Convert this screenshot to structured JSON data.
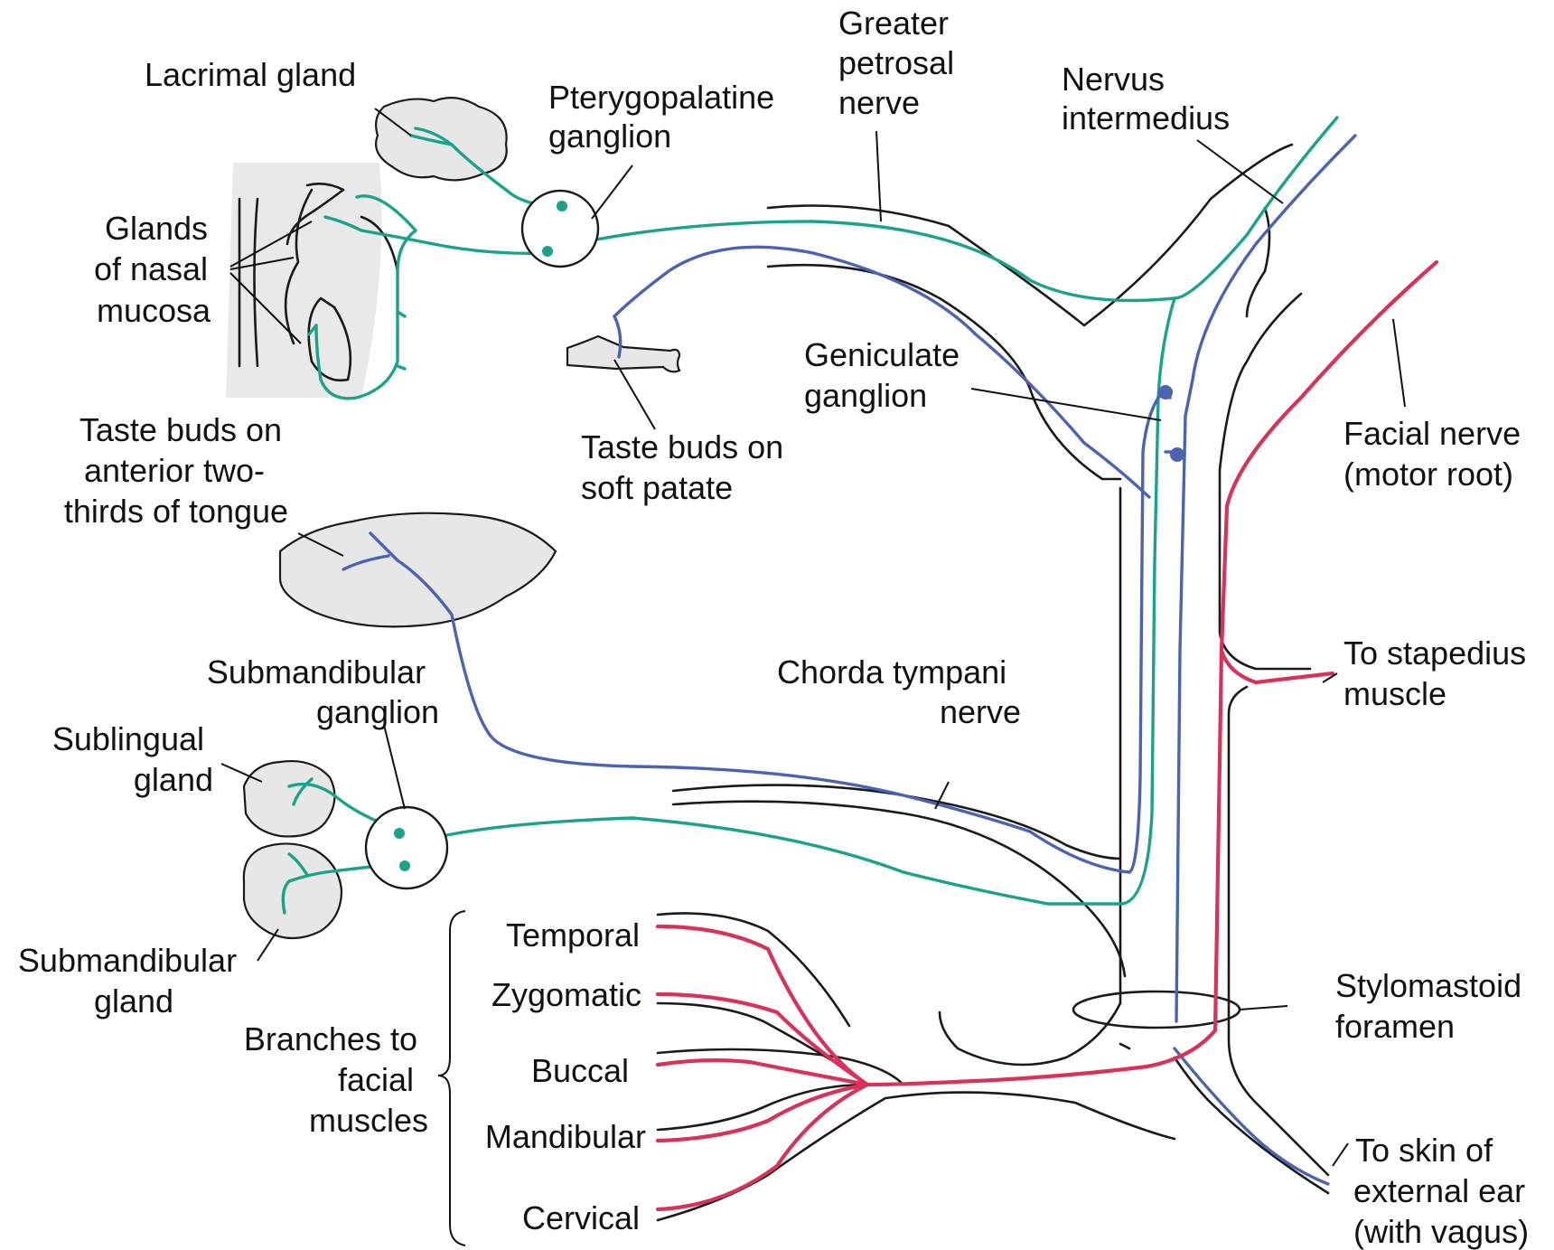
{
  "colors": {
    "parasympathetic": "#1aa38a",
    "sensory": "#4b63b0",
    "motor": "#d8325a",
    "outline": "#1a1a1a",
    "tissue": "#e6e7e6"
  },
  "labels": {
    "lacrimal_gland": [
      "Lacrimal gland"
    ],
    "pterygopalatine_ganglion": [
      "Pterygopalatine",
      "ganglion"
    ],
    "greater_petrosal_nerve": [
      "Greater",
      "petrosal",
      "nerve"
    ],
    "nervus_intermedius": [
      "Nervus",
      "intermedius"
    ],
    "glands_nasal_mucosa": [
      "Glands",
      "of nasal",
      "mucosa"
    ],
    "geniculate_ganglion": [
      "Geniculate",
      "ganglion"
    ],
    "taste_soft_palate": [
      "Taste buds on",
      "soft patate"
    ],
    "facial_nerve_motor_root": [
      "Facial nerve",
      "(motor root)"
    ],
    "taste_anterior_tongue": [
      "Taste buds on",
      "anterior two-",
      "thirds of tongue"
    ],
    "submandibular_ganglion": [
      "Submandibular",
      "ganglion"
    ],
    "chorda_tympani": [
      "Chorda tympani",
      "nerve"
    ],
    "to_stapedius": [
      "To stapedius",
      "muscle"
    ],
    "sublingual_gland": [
      "Sublingual",
      "gland"
    ],
    "submandibular_gland": [
      "Submandibular",
      "gland"
    ],
    "stylomastoid_foramen": [
      "Stylomastoid",
      "foramen"
    ],
    "branches_facial_muscles": [
      "Branches to",
      "facial",
      "muscles"
    ],
    "to_skin_external_ear": [
      "To skin of",
      "external ear",
      "(with vagus)"
    ]
  },
  "branches": [
    "Temporal",
    "Zygomatic",
    "Buccal",
    "Mandibular",
    "Cervical"
  ]
}
